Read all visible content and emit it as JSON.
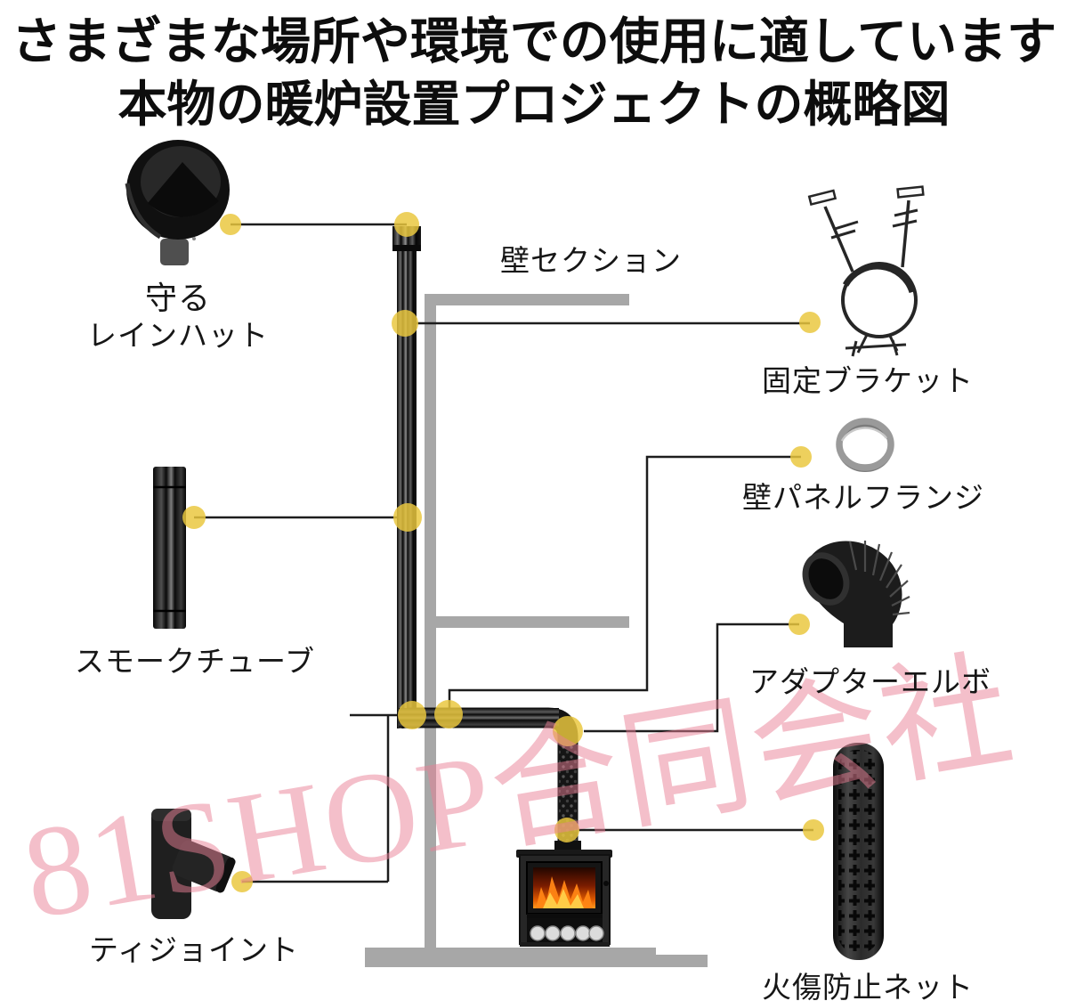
{
  "title": {
    "line1": "さまざまな場所や環境での使用に適しています",
    "line2": "本物の暖炉設置プロジェクトの概略図"
  },
  "labels": {
    "rain_hat_line1": "守る",
    "rain_hat_line2": "レインハット",
    "wall_section": "壁セクション",
    "fixing_bracket": "固定ブラケット",
    "wall_panel_flange": "壁パネルフランジ",
    "smoke_tube": "スモークチューブ",
    "adapter_elbow": "アダプターエルボ",
    "tee_joint": "ティジョイント",
    "burn_prevention_net": "火傷防止ネット"
  },
  "watermark": {
    "text": "81SHOP合同会社",
    "color": "#e98095"
  },
  "colors": {
    "background": "#ffffff",
    "title_text": "#0d0d0d",
    "label_text": "#161616",
    "marker_yellow": "#eac73e",
    "connector_line": "#1d1d1d",
    "wall_gray": "#a7a7a7",
    "pipe_black": "#141414",
    "fire_orange": "#ff8514",
    "watermark_pink": "#e98095"
  }
}
